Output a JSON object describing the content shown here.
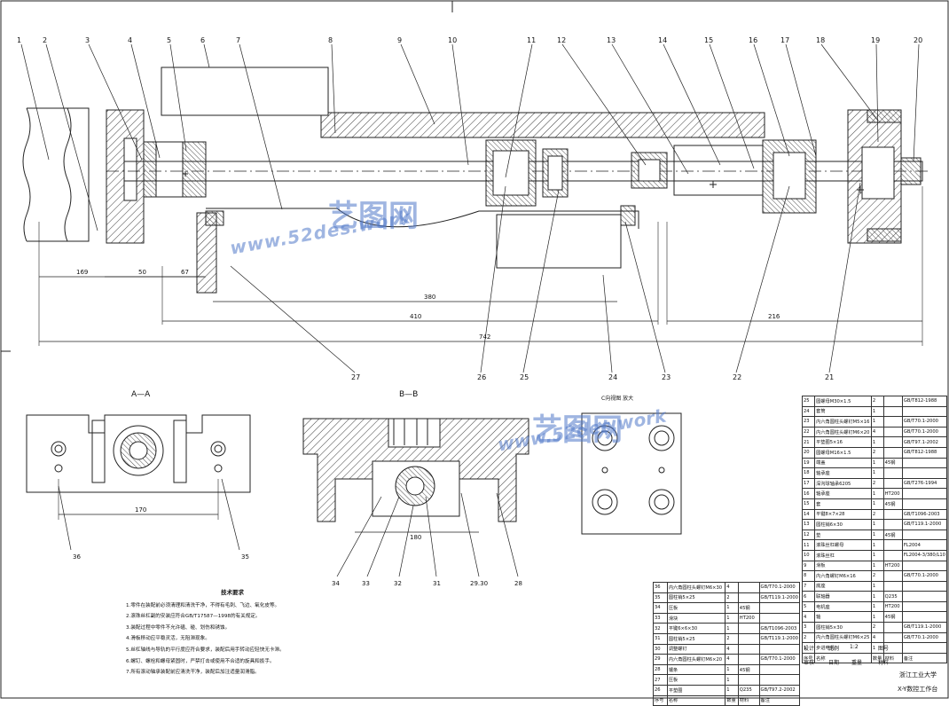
{
  "drawing": {
    "callouts": [
      "1",
      "2",
      "3",
      "4",
      "5",
      "6",
      "7",
      "8",
      "9",
      "10",
      "11",
      "12",
      "13",
      "14",
      "15",
      "16",
      "17",
      "18",
      "19",
      "20",
      "21",
      "22",
      "23",
      "24",
      "25",
      "26",
      "27"
    ],
    "section_callouts": [
      "36",
      "35",
      "34",
      "33",
      "32",
      "31",
      "29.30",
      "28"
    ],
    "dimensions": [
      "169",
      "50",
      "67",
      "380",
      "410",
      "742",
      "216",
      "170",
      "180"
    ],
    "section_aa_label": "A—A",
    "section_bb_label": "B—B",
    "view_c_label": "C向视图 放大"
  },
  "watermark": {
    "brand": "艺图网",
    "url": "www.52des.work"
  },
  "technical_requirements": {
    "title": "技术要求",
    "items": [
      "1.零件在装配前必须清理和清洗干净，不得有毛刺、飞边、氧化皮等。",
      "2.滚珠丝杠副的安装应符合GB/T17587—1998的有关规定。",
      "3.装配过程中零件不允许磕、碰、划伤和锈蚀。",
      "4.滑板移动应平稳灵活，无阻滞现象。",
      "5.丝杠轴线与导轨的平行度应符合要求，装配后用手转动应轻快无卡滞。",
      "6.螺钉、螺栓和螺母紧固时，严禁打击或使用不合适的旋具和扳手。",
      "7.所有滚动轴承装配前应清洗干净，装配后加注适量润滑脂。"
    ]
  },
  "bom_right": [
    {
      "no": "25",
      "name": "圆螺母M30×1.5",
      "qty": "2",
      "mat": "",
      "std": "GB/T812-1988"
    },
    {
      "no": "24",
      "name": "套筒",
      "qty": "1",
      "mat": "",
      "std": ""
    },
    {
      "no": "23",
      "name": "内六角圆柱头螺钉M5×16",
      "qty": "1",
      "mat": "",
      "std": "GB/T70.1-2000"
    },
    {
      "no": "22",
      "name": "内六角圆柱头螺钉M6×20",
      "qty": "4",
      "mat": "",
      "std": "GB/T70.1-2000"
    },
    {
      "no": "21",
      "name": "平垫圈5×16",
      "qty": "1",
      "mat": "",
      "std": "GB/T97.1-2002"
    },
    {
      "no": "20",
      "name": "圆螺母M16×1.5",
      "qty": "2",
      "mat": "",
      "std": "GB/T812-1988"
    },
    {
      "no": "19",
      "name": "端盖",
      "qty": "1",
      "mat": "45钢",
      "std": ""
    },
    {
      "no": "18",
      "name": "轴承座",
      "qty": "1",
      "mat": "",
      "std": ""
    },
    {
      "no": "17",
      "name": "深沟球轴承6205",
      "qty": "2",
      "mat": "",
      "std": "GB/T276-1994"
    },
    {
      "no": "16",
      "name": "轴承座",
      "qty": "1",
      "mat": "HT200",
      "std": ""
    },
    {
      "no": "15",
      "name": "套",
      "qty": "1",
      "mat": "45钢",
      "std": ""
    },
    {
      "no": "14",
      "name": "平键8×7×28",
      "qty": "2",
      "mat": "",
      "std": "GB/T1096-2003"
    },
    {
      "no": "13",
      "name": "圆柱销6×30",
      "qty": "1",
      "mat": "",
      "std": "GB/T119.1-2000"
    },
    {
      "no": "12",
      "name": "垫",
      "qty": "1",
      "mat": "45钢",
      "std": ""
    },
    {
      "no": "11",
      "name": "滚珠丝杠螺母",
      "qty": "1",
      "mat": "",
      "std": "FL2004"
    },
    {
      "no": "10",
      "name": "滚珠丝杠",
      "qty": "1",
      "mat": "",
      "std": "FL2004-3/380/L10"
    },
    {
      "no": "9",
      "name": "滑板",
      "qty": "1",
      "mat": "HT200",
      "std": ""
    },
    {
      "no": "8",
      "name": "内六角螺钉M6×16",
      "qty": "2",
      "mat": "",
      "std": "GB/T70.1-2000"
    },
    {
      "no": "7",
      "name": "底座",
      "qty": "1",
      "mat": "",
      "std": ""
    },
    {
      "no": "6",
      "name": "联轴器",
      "qty": "1",
      "mat": "Q235",
      "std": ""
    },
    {
      "no": "5",
      "name": "电机座",
      "qty": "1",
      "mat": "HT200",
      "std": ""
    },
    {
      "no": "4",
      "name": "轴",
      "qty": "1",
      "mat": "45钢",
      "std": ""
    },
    {
      "no": "3",
      "name": "圆柱销5×30",
      "qty": "2",
      "mat": "",
      "std": "GB/T119.1-2000"
    },
    {
      "no": "2",
      "name": "内六角圆柱头螺钉M6×25",
      "qty": "4",
      "mat": "",
      "std": "GB/T70.1-2000"
    },
    {
      "no": "1",
      "name": "步进电机",
      "qty": "1",
      "mat": "",
      "std": ""
    }
  ],
  "bom_right_header": {
    "no": "序号",
    "name": "名称",
    "qty": "数量",
    "mat": "材料",
    "std": "备注"
  },
  "bom_left": [
    {
      "no": "36",
      "name": "内六角圆柱头螺钉M6×30",
      "qty": "4",
      "mat": "",
      "std": "GB/T70.1-2000"
    },
    {
      "no": "35",
      "name": "圆柱销5×25",
      "qty": "2",
      "mat": "",
      "std": "GB/T119.1-2000"
    },
    {
      "no": "34",
      "name": "压板",
      "qty": "1",
      "mat": "45钢",
      "std": ""
    },
    {
      "no": "33",
      "name": "滑块",
      "qty": "1",
      "mat": "HT200",
      "std": ""
    },
    {
      "no": "32",
      "name": "平键6×6×30",
      "qty": "1",
      "mat": "",
      "std": "GB/T1096-2003"
    },
    {
      "no": "31",
      "name": "圆柱销5×25",
      "qty": "2",
      "mat": "",
      "std": "GB/T119.1-2000"
    },
    {
      "no": "30",
      "name": "调整螺钉",
      "qty": "4",
      "mat": "",
      "std": ""
    },
    {
      "no": "29",
      "name": "内六角圆柱头螺钉M6×20",
      "qty": "4",
      "mat": "",
      "std": "GB/T70.1-2000"
    },
    {
      "no": "28",
      "name": "镶条",
      "qty": "1",
      "mat": "45钢",
      "std": ""
    },
    {
      "no": "27",
      "name": "压板",
      "qty": "1",
      "mat": "",
      "std": ""
    },
    {
      "no": "26",
      "name": "平垫圈",
      "qty": "1",
      "mat": "Q235",
      "std": "GB/T97.2-2002"
    }
  ],
  "bom_left_header": {
    "no": "序号",
    "name": "名称",
    "qty": "数量",
    "mat": "材料",
    "std": "备注"
  },
  "title_block": {
    "school": "浙江工业大学",
    "drawing_title": "X-Y数控工作台",
    "scale_label": "比例",
    "scale": "1:2",
    "sheet_label": "图号",
    "designer_label": "设计",
    "checker_label": "审核",
    "date_label": "日期",
    "weight_label": "重量",
    "material_label": "材料"
  }
}
